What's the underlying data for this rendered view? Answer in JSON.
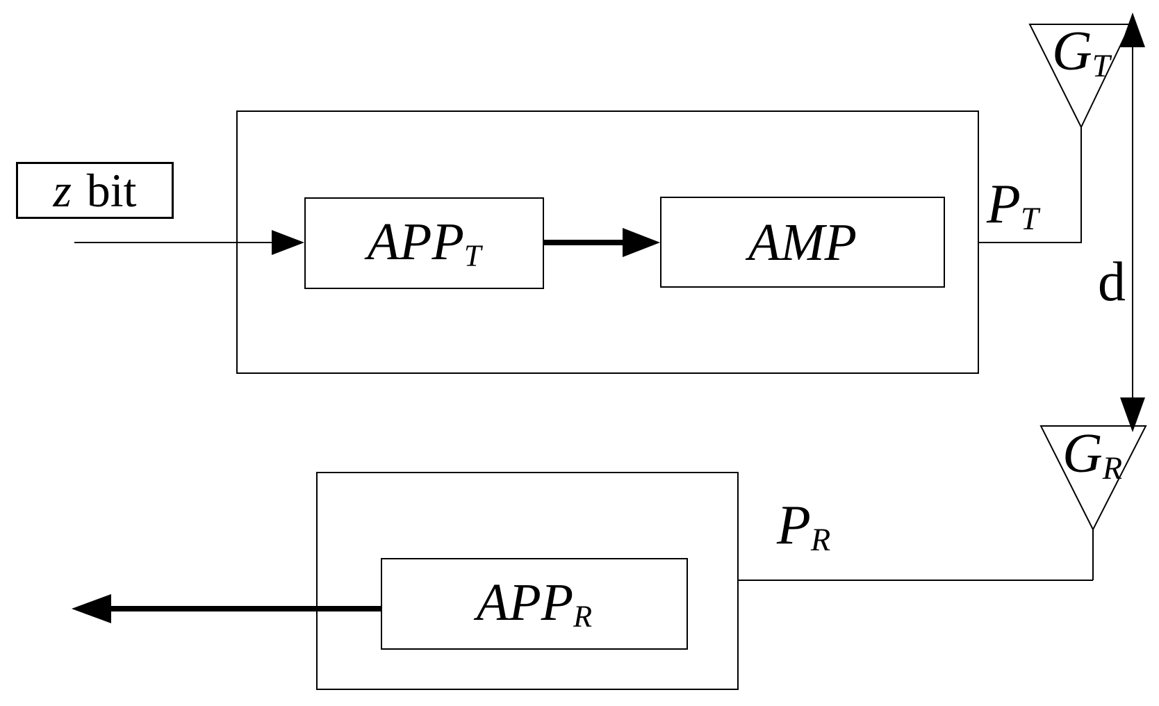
{
  "diagram": {
    "background_color": "#ffffff",
    "stroke_color": "#000000",
    "input_box": {
      "symbol": "z",
      "text": "bit"
    },
    "transmitter": {
      "app": {
        "main": "APP",
        "sub": "T"
      },
      "amp": {
        "main": "AMP"
      }
    },
    "receiver": {
      "app": {
        "main": "APP",
        "sub": "R"
      }
    },
    "signals": {
      "pt": {
        "main": "P",
        "sub": "T"
      },
      "pr": {
        "main": "P",
        "sub": "R"
      }
    },
    "antennas": {
      "gt": {
        "main": "G",
        "sub": "T"
      },
      "gr": {
        "main": "G",
        "sub": "R"
      }
    },
    "distance": {
      "label": "d"
    }
  }
}
